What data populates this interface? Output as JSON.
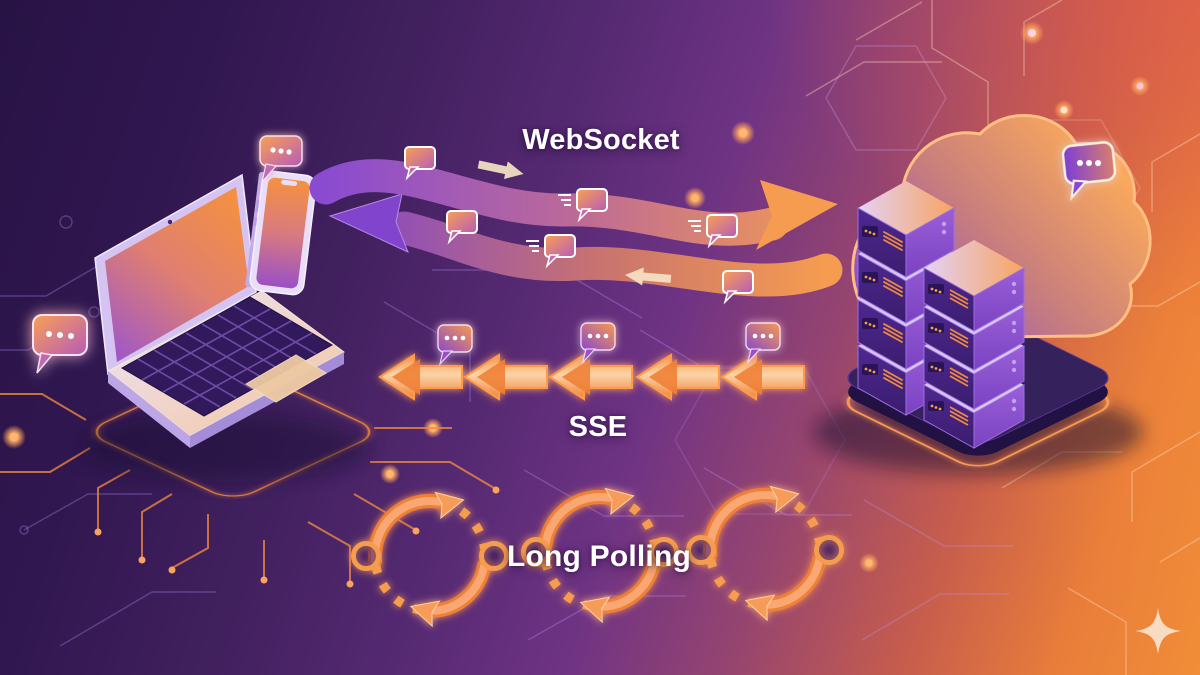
{
  "labels": {
    "websocket": "WebSocket",
    "sse": "SSE",
    "long_polling": "Long Polling"
  },
  "diagram": {
    "client": {
      "devices": [
        "laptop",
        "smartphone"
      ]
    },
    "server": {
      "elements": [
        "cloud",
        "server-tower",
        "server-tower"
      ]
    },
    "methods": [
      {
        "label": "WebSocket",
        "pattern": "bidirectional",
        "arrows": 2
      },
      {
        "label": "SSE",
        "pattern": "server-to-client",
        "arrows": 5
      },
      {
        "label": "Long Polling",
        "pattern": "repeating-cycle",
        "cycles": 3
      }
    ],
    "icons": {
      "chat_bubble": "typing-dots message bubble",
      "sparkle": "four-point star"
    }
  },
  "colors": {
    "bg_dark_purple": "#281345",
    "bg_orange": "#f18d38",
    "accent_orange": "#f59c50",
    "arrow_purple": "#8a4bd0",
    "glow_orange": "#ff9e55",
    "label_white": "#ffffff"
  }
}
